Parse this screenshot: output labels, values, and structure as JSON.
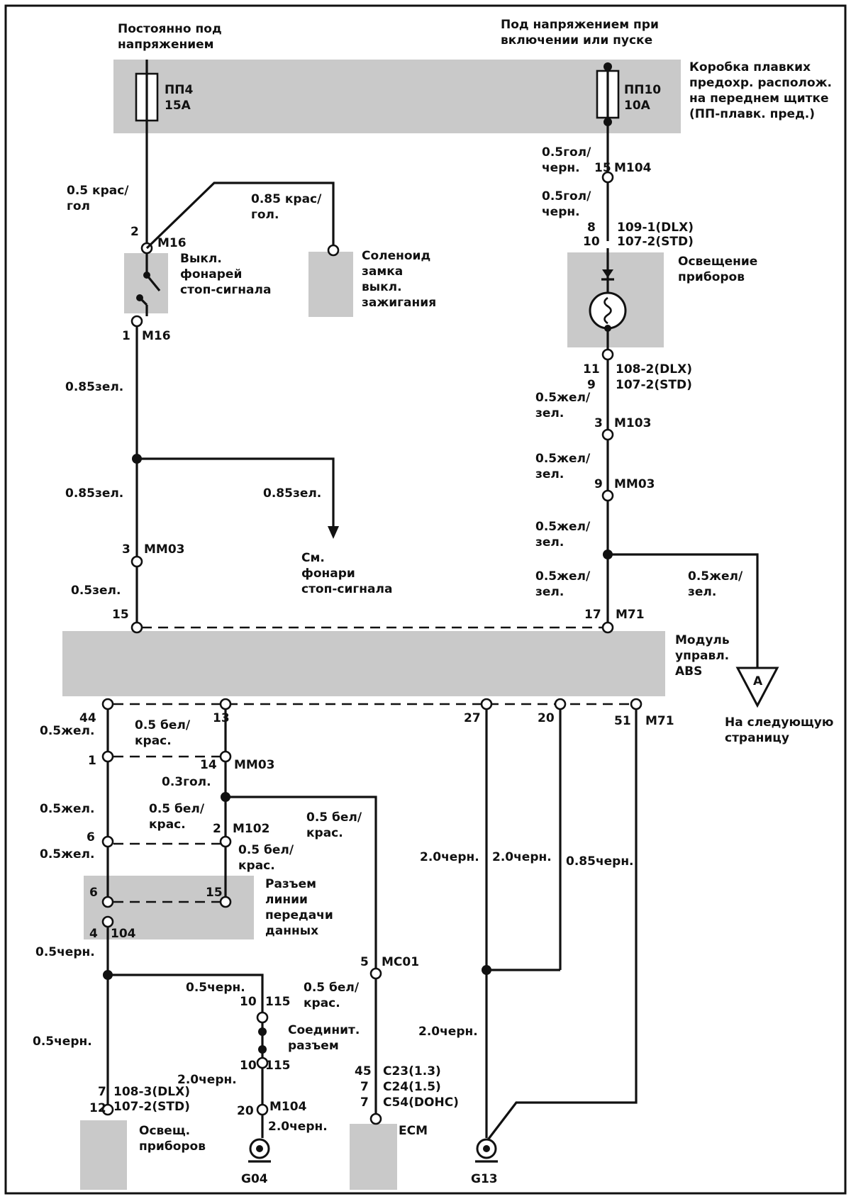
{
  "fuse_box": {
    "always_hot": [
      "Постоянно под",
      "напряжением"
    ],
    "ign_hot": [
      "Под напряжением при",
      "включении или пуске"
    ],
    "title": [
      "Коробка плавких",
      "предохр. располож.",
      "на переднем щитке",
      "(ПП-плавк. пред.)"
    ],
    "fuse_left_name": "ПП4",
    "fuse_left_rating": "15A",
    "fuse_right_name": "ПП10",
    "fuse_right_rating": "10A"
  },
  "left_top": {
    "wire1": [
      "0.5 крас/",
      "гол"
    ],
    "conn_m16_top_pin": "2",
    "conn_m16_top": "M16",
    "branch_wire": [
      "0.85 крас/",
      "гол."
    ],
    "switch": [
      "Выкл.",
      "фонарей",
      "стоп-сигнала"
    ],
    "solenoid": [
      "Соленоид",
      "замка",
      "выкл.",
      "зажигания"
    ],
    "conn_m16_bot_pin": "1",
    "conn_m16_bot": "M16",
    "wire2": "0.85зел.",
    "wire3": "0.85зел.",
    "branch2_wire": "0.85зел.",
    "see_lamps": [
      "См.",
      "фонари",
      "стоп-сигнала"
    ],
    "mm03_pin": "3",
    "mm03": "MM03",
    "wire4": "0.5зел.",
    "abs_pin15": "15"
  },
  "right_top": {
    "wire1": [
      "0.5гол/",
      "черн."
    ],
    "m104_pin": "15",
    "m104": "M104",
    "wire2": [
      "0.5гол/",
      "черн."
    ],
    "p8": "8",
    "c109": "109-1(DLX)",
    "p10": "10",
    "c107a": "107-2(STD)",
    "lamp": [
      "Освещение",
      "приборов"
    ],
    "p11": "11",
    "c108": "108-2(DLX)",
    "p9": "9",
    "c107b": "107-2(STD)",
    "wire3": [
      "0.5жел/",
      "зел."
    ],
    "m103_pin": "3",
    "m103": "M103",
    "wire4": [
      "0.5жел/",
      "зел."
    ],
    "mm03_pin": "9",
    "mm03": "MM03",
    "wire5": [
      "0.5жел/",
      "зел."
    ],
    "wire6": [
      "0.5жел/",
      "зел."
    ],
    "branch_wire": [
      "0.5жел/",
      "зел."
    ],
    "abs_pin17": "17",
    "m71": "M71",
    "arrow_letter": "A",
    "next_page": [
      "На следующую",
      "страницу"
    ]
  },
  "abs": {
    "title": [
      "Модуль",
      "управл.",
      "ABS"
    ],
    "p44": "44",
    "p13": "13",
    "p27": "27",
    "p20": "20",
    "p51": "51",
    "m71": "M71"
  },
  "bottom": {
    "w44": [
      "0.5жел."
    ],
    "w13": [
      "0.5 бел/",
      "крас."
    ],
    "p1": "1",
    "p14": "14",
    "mm03": "MM03",
    "w3gol": "0.3гол.",
    "w5zhel": "0.5жел.",
    "w5bel": [
      "0.5 бел/",
      "крас."
    ],
    "w5bel_mc": [
      "0.5 бел/",
      "крас."
    ],
    "p2": "2",
    "m102": "M102",
    "p6": "6",
    "w5zhel2": "0.5жел.",
    "w5bel2": [
      "0.5 бел/",
      "крас."
    ],
    "dlc_p6": "6",
    "dlc_p15": "15",
    "dlc": [
      "Разъем",
      "линии",
      "передачи",
      "данных"
    ],
    "p4": "4",
    "c104": "104",
    "w5chern": "0.5черн.",
    "w5chern2": "0.5черн.",
    "w5chern3": "0.5черн.",
    "p10a": "10",
    "c115a": "115",
    "joint": [
      "Соединит.",
      "разъем"
    ],
    "p10b": "10",
    "c115b": "115",
    "w20a": "2.0черн.",
    "p20": "20",
    "m104": "M104",
    "w20b": "2.0черн.",
    "g04": "G04",
    "p7": "7",
    "c108_3": "108-3(DLX)",
    "p12": "12",
    "c107_2": "107-2(STD)",
    "instr": [
      "Освещ.",
      "приборов"
    ],
    "mc01_pin": "5",
    "mc01": "MC01",
    "w5bel3": [
      "0.5 бел/",
      "крас."
    ],
    "p45": "45",
    "c23": "C23(1.3)",
    "p7a": "7",
    "c24": "C24(1.5)",
    "p7b": "7",
    "c54": "C54(DOHC)",
    "ecm": "ECM",
    "w20c": "2.0черн.",
    "w20d": "2.0черн.",
    "w085": "0.85черн.",
    "w20e": "2.0черн.",
    "g13": "G13"
  }
}
